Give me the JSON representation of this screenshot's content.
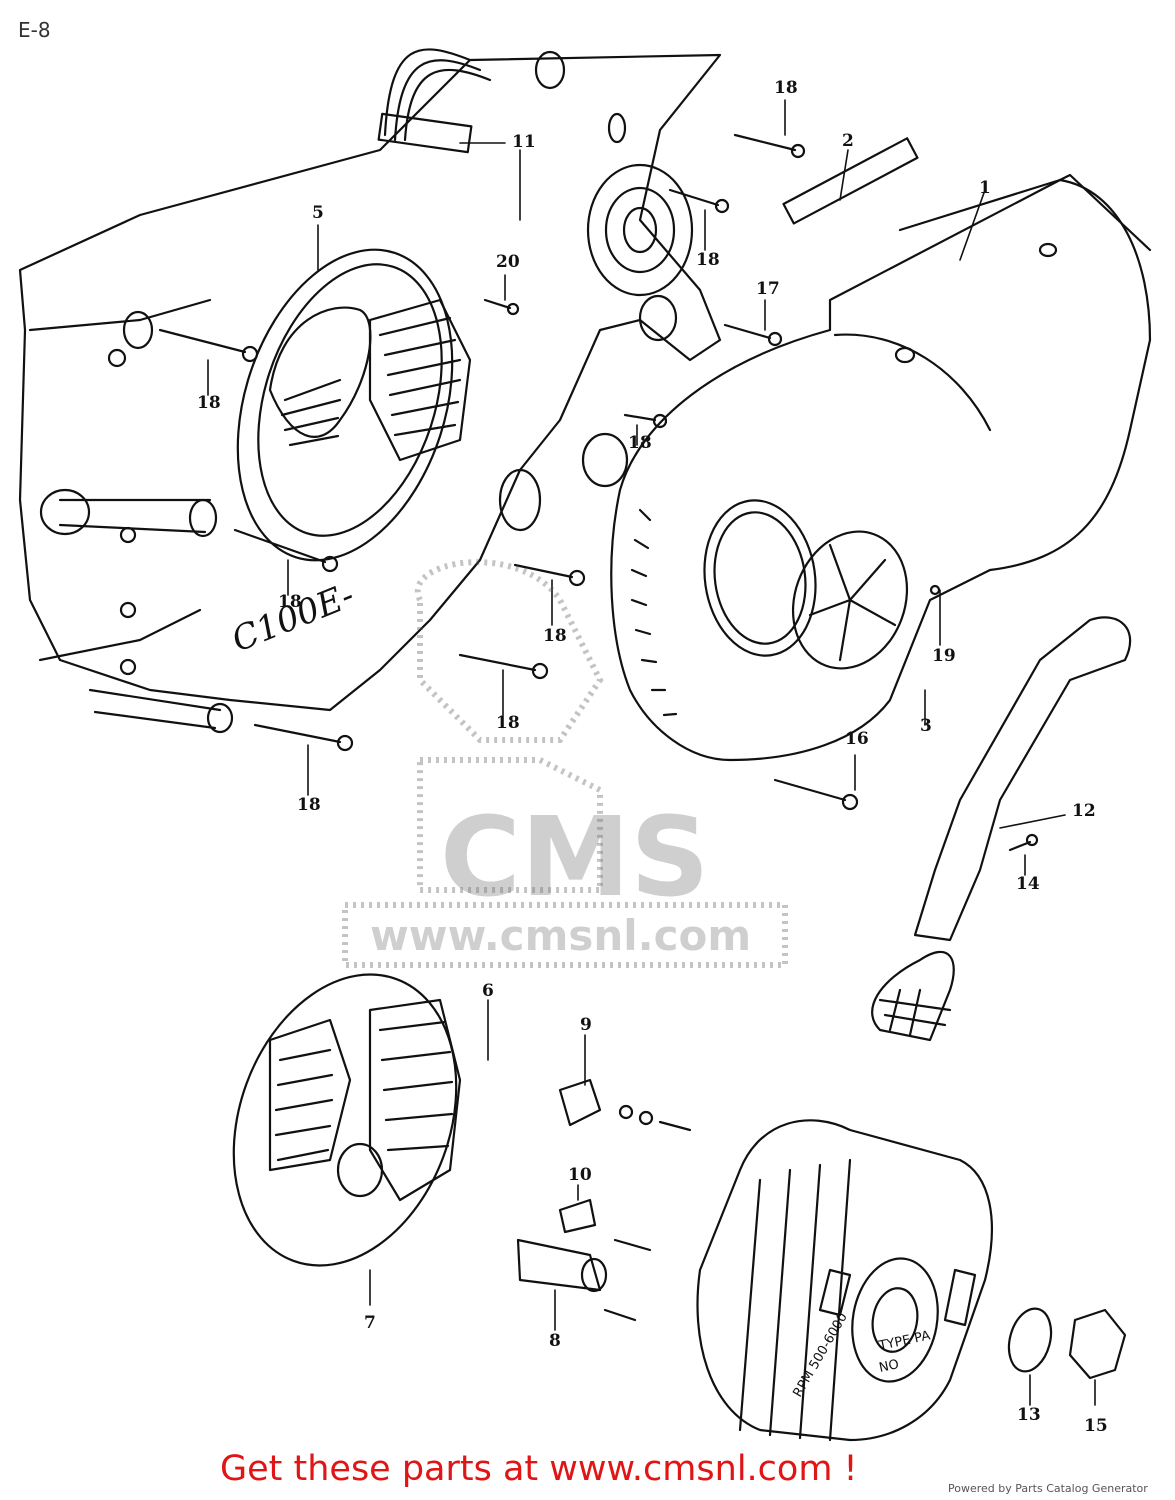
{
  "page": {
    "title": "E-8"
  },
  "callouts": [
    {
      "id": "c18a",
      "label": "18"
    },
    {
      "id": "c2",
      "label": "2"
    },
    {
      "id": "c1",
      "label": "1"
    },
    {
      "id": "c11",
      "label": "11"
    },
    {
      "id": "c18b",
      "label": "18"
    },
    {
      "id": "c5",
      "label": "5"
    },
    {
      "id": "c20",
      "label": "20"
    },
    {
      "id": "c17",
      "label": "17"
    },
    {
      "id": "c18c",
      "label": "18"
    },
    {
      "id": "c18d",
      "label": "18"
    },
    {
      "id": "c18e",
      "label": "18"
    },
    {
      "id": "c18f",
      "label": "18"
    },
    {
      "id": "c19",
      "label": "19"
    },
    {
      "id": "c18g",
      "label": "18"
    },
    {
      "id": "c3",
      "label": "3"
    },
    {
      "id": "c16",
      "label": "16"
    },
    {
      "id": "c18h",
      "label": "18"
    },
    {
      "id": "c12",
      "label": "12"
    },
    {
      "id": "c14",
      "label": "14"
    },
    {
      "id": "c6",
      "label": "6"
    },
    {
      "id": "c9",
      "label": "9"
    },
    {
      "id": "c10",
      "label": "10"
    },
    {
      "id": "c7",
      "label": "7"
    },
    {
      "id": "c8",
      "label": "8"
    },
    {
      "id": "c13",
      "label": "13"
    },
    {
      "id": "c15",
      "label": "15"
    }
  ],
  "engine_marking": "C100E-",
  "cover_marking": {
    "type": "TYPE PA",
    "no": "NO",
    "rpm": "RPM 500-6000"
  },
  "watermark": {
    "brand": "CMS",
    "url": "www.cmsnl.com"
  },
  "cta": {
    "text": "Get these parts at www.cmsnl.com !"
  },
  "credit": {
    "text": "Powered by Parts Catalog Generator"
  },
  "colors": {
    "ink": "#111111",
    "cta": "#e01515",
    "paper": "#ffffff"
  }
}
